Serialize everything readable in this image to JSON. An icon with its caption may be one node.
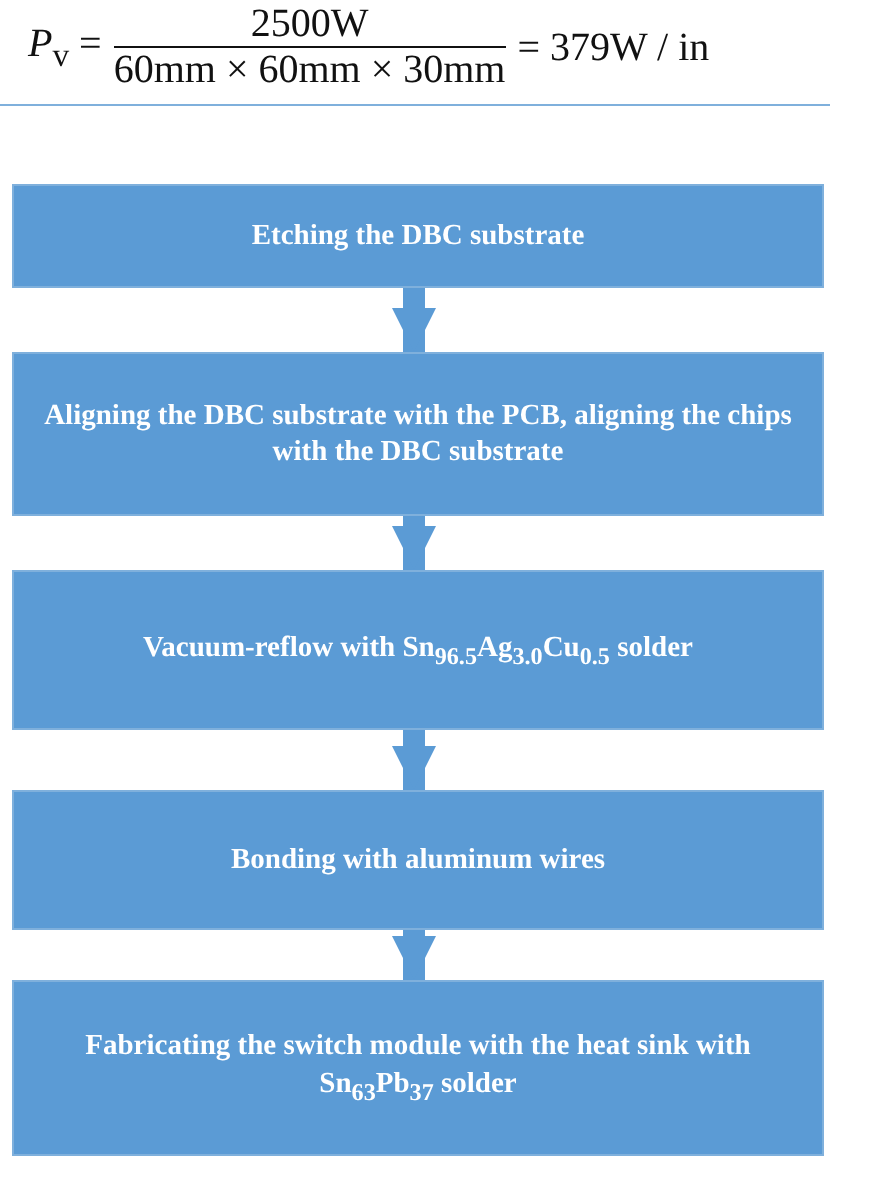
{
  "diagram": {
    "nodes": [
      {
        "text": [
          "Etching the DBC substrate"
        ]
      },
      {
        "text": [
          "Aligning the DBC substrate with the PCB, aligning the chips with the DBC substrate"
        ]
      },
      {
        "text": [
          "Vacuum-reflow with Sn$_{96.5}$Ag$_{3.0}$Cu$_{0.5}$ solder"
        ]
      },
      {
        "text": [
          "Bonding with aluminum wires"
        ]
      },
      {
        "text": [
          "Fabricating the switch module with the heat sink with Sn$_{63}$Pb$_{37}$ solder"
        ]
      }
    ],
    "edges": [
      {
        "from": 0,
        "to": 1,
        "arrow": "to"
      },
      {
        "from": 1,
        "to": 2,
        "arrow": "to"
      },
      {
        "from": 2,
        "to": 3,
        "arrow": "to"
      },
      {
        "from": 3,
        "to": 4,
        "arrow": "to"
      }
    ],
    "labels": [
      "*P*$_{v}$ =",
      "2500W",
      "60mm × 60mm × 30mm",
      "= 379W / in"
    ]
  }
}
